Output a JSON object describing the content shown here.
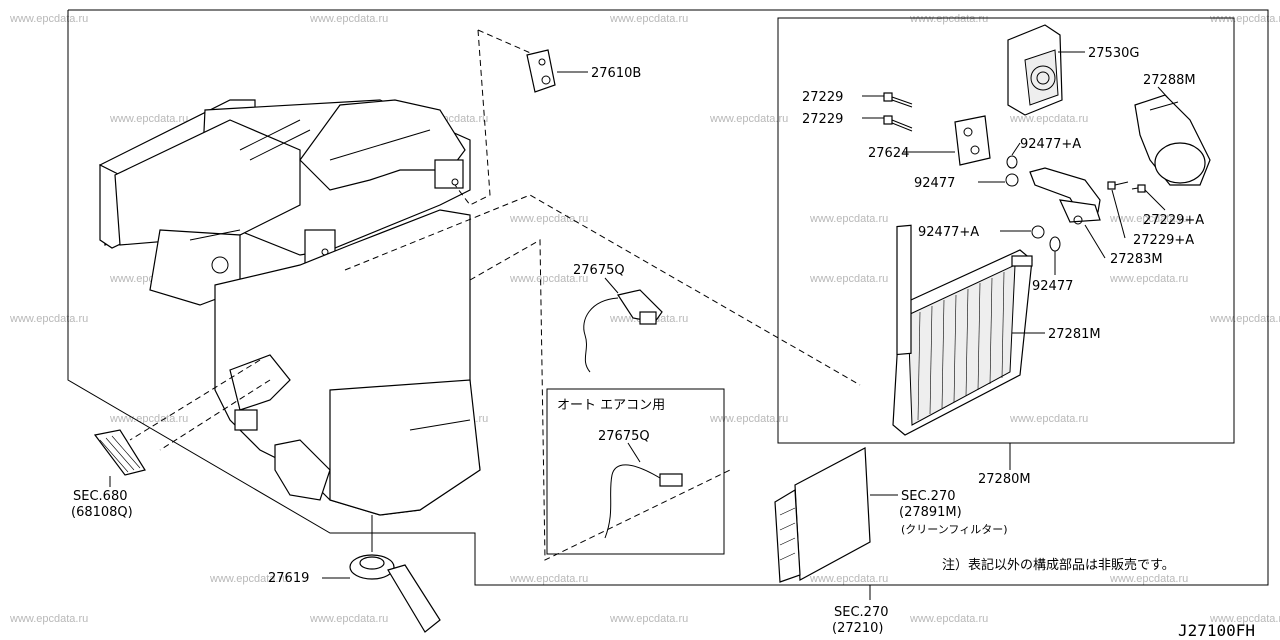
{
  "watermark": "www.epcdata.ru",
  "diagram_code": "J27100FH",
  "note_auto_ac": "オート エアコン用",
  "note_not_sold": "注）表記以外の構成部品は非販売です。",
  "parts": {
    "p27610B": "27610B",
    "p27530G": "27530G",
    "p27288M": "27288M",
    "p27229_a": "27229",
    "p27229_b": "27229",
    "p27624": "27624",
    "p92477A_1": "92477+A",
    "p92477_1": "92477",
    "p27229A_1": "27229+A",
    "p27229A_2": "27229+A",
    "p92477A_2": "92477+A",
    "p27283M": "27283M",
    "p92477_2": "92477",
    "p27675Q_1": "27675Q",
    "p27281M": "27281M",
    "p27675Q_2": "27675Q",
    "p27280M": "27280M",
    "sec680": "SEC.680",
    "sec680_sub": "(68108Q)",
    "sec270_a": "SEC.270",
    "sec270_a_sub": "(27891M)",
    "sec270_a_note": "(クリーンフィルター)",
    "p27619": "27619",
    "sec270_b": "SEC.270",
    "sec270_b_sub": "(27210)"
  }
}
